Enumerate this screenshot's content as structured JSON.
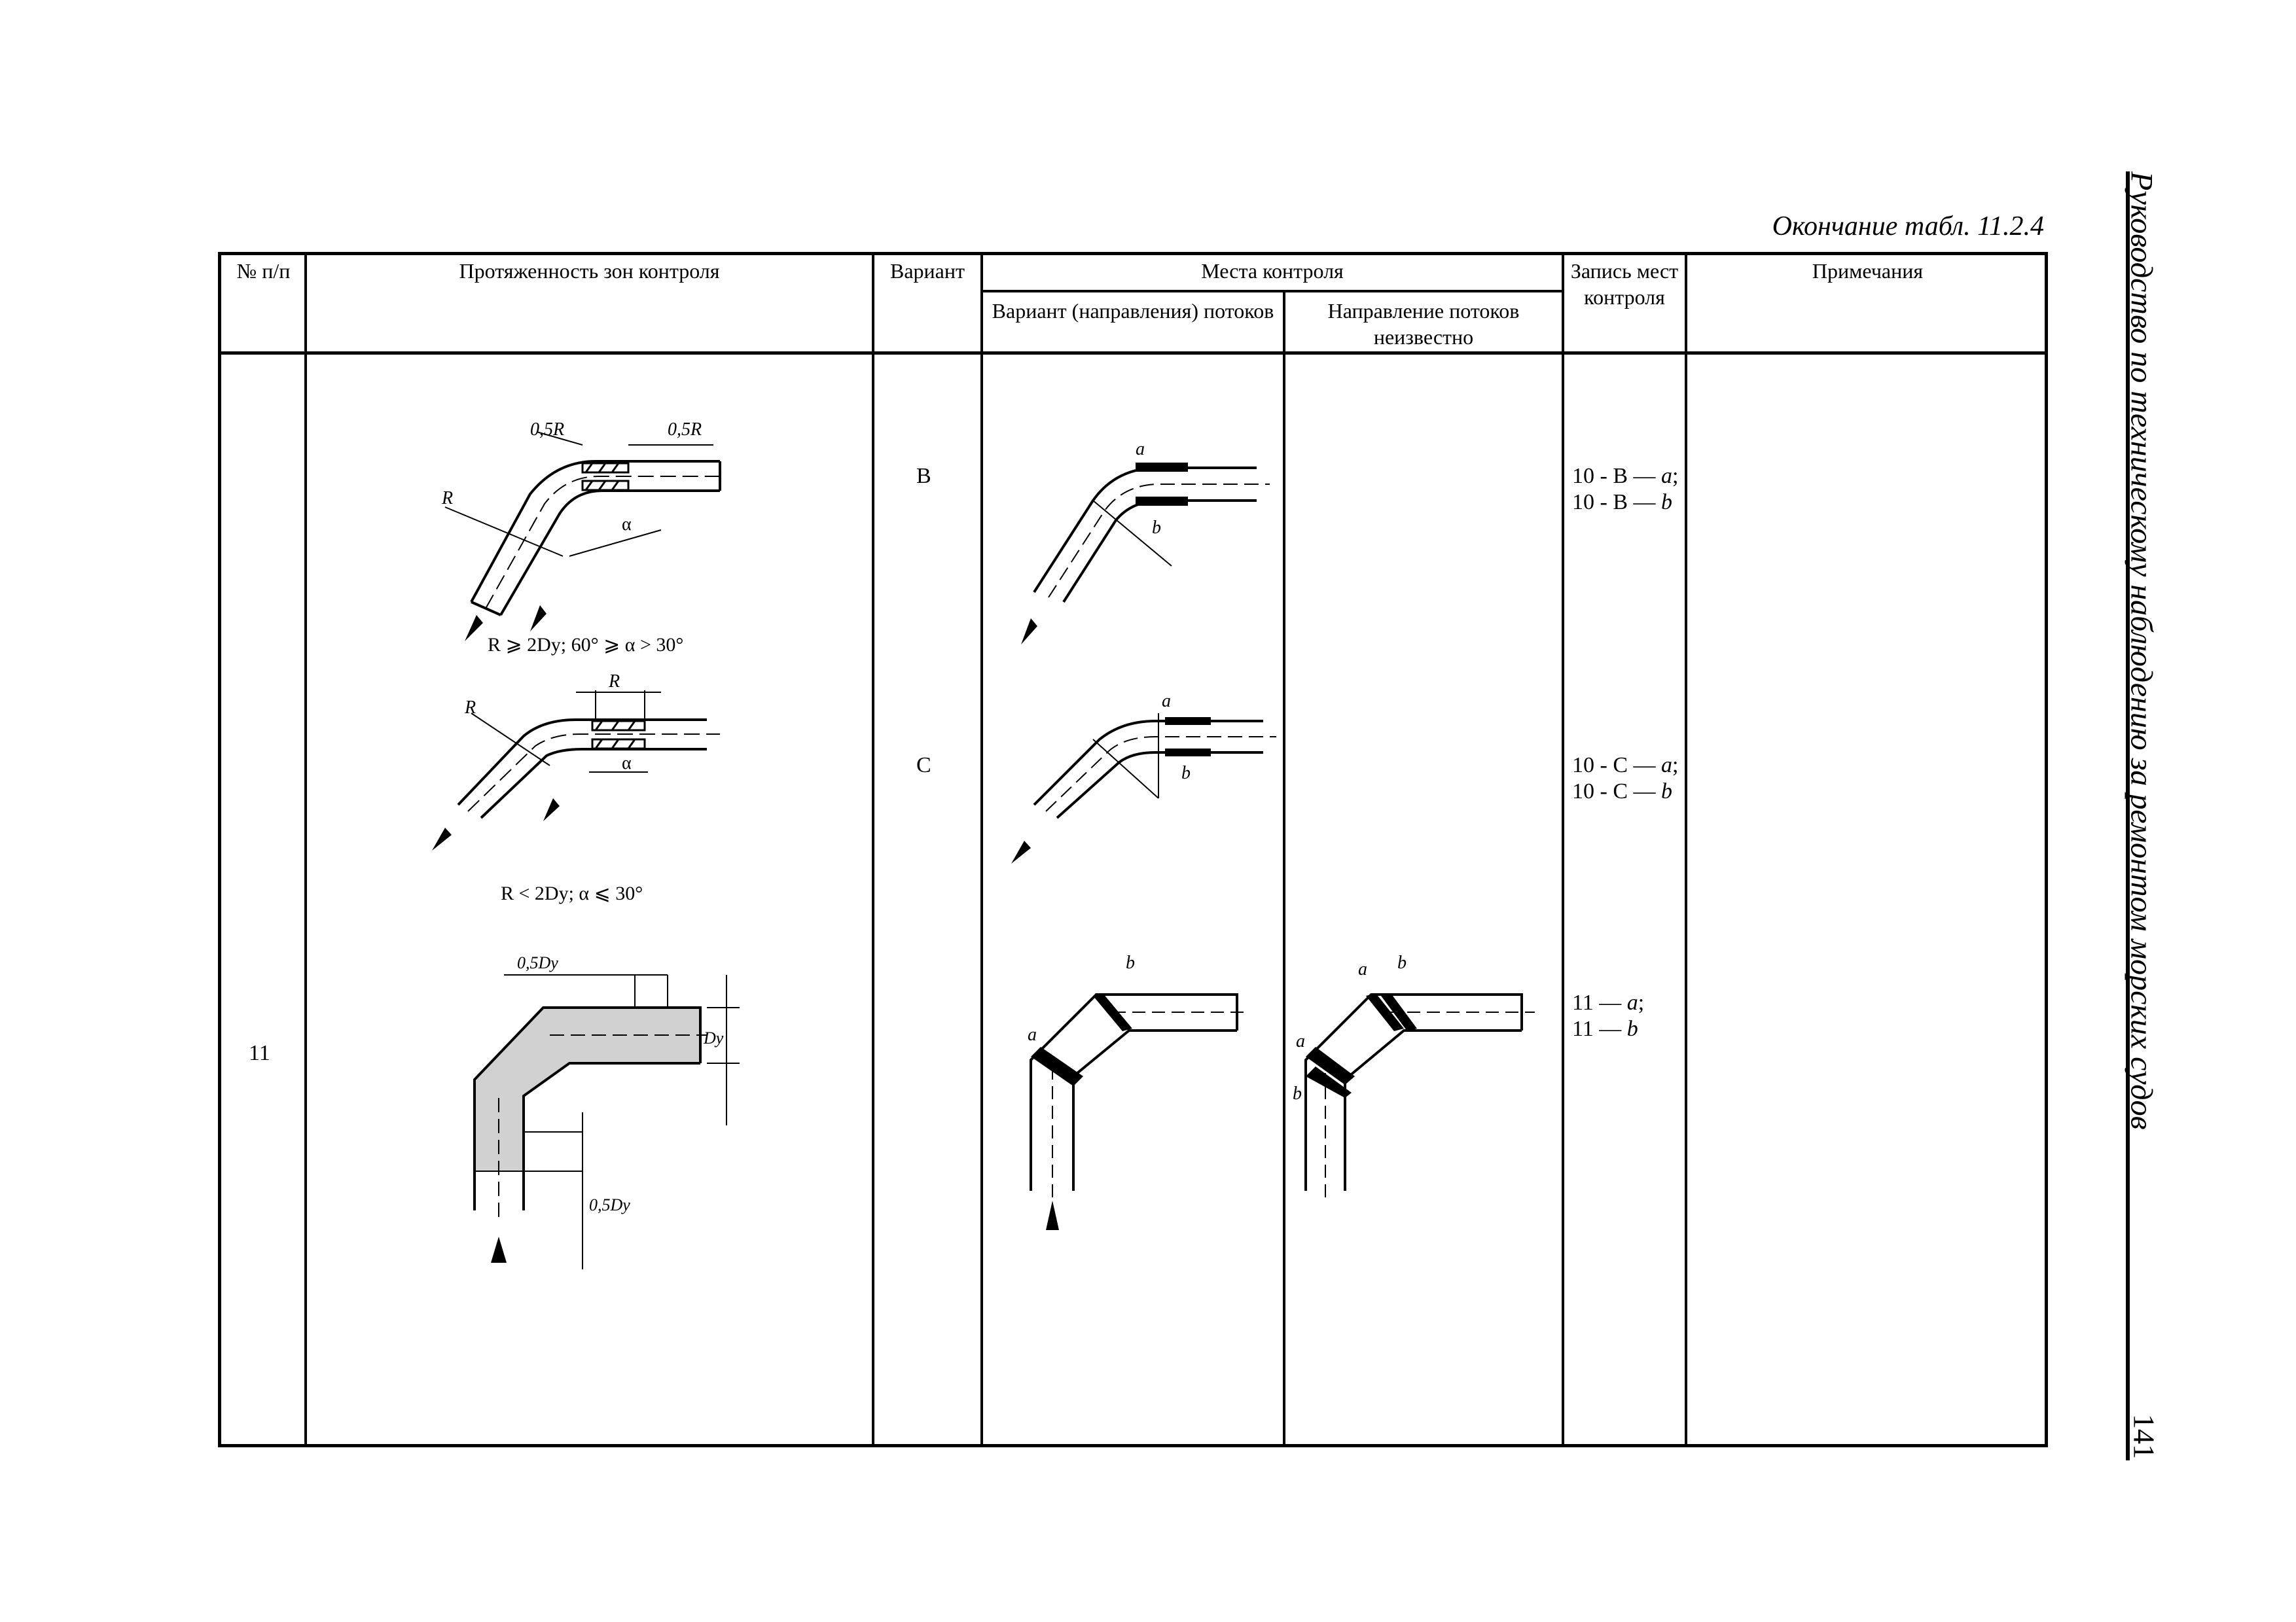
{
  "caption": "Окончание табл. 11.2.4",
  "running_head": "Руководство по техническому наблюдению за ремонтом морских судов",
  "page_number": "141",
  "table": {
    "headers": {
      "num": "№ п/п",
      "zones": "Протяженность зон контроля",
      "variant": "Вариант",
      "places": "Места контроля",
      "places_known": "Вариант (направления) потоков",
      "places_unknown_1": "Направление потоков",
      "places_unknown_2": "неизвестно",
      "record_1": "Запись мест",
      "record_2": "контроля",
      "notes": "Примечания"
    },
    "rows": {
      "item_number": "11",
      "variant_b": "В",
      "variant_c": "С",
      "record_b_a": "10 - В — ",
      "record_b_b": "10 - В — ",
      "record_c_a": "10 - С — ",
      "record_c_b": "10 - С — ",
      "record_11_a": "11 — ",
      "record_11_b": "11 — ",
      "letter_a": "a",
      "letter_b": "b",
      "semicolon": ";"
    },
    "figures": {
      "label_half_r": "0,5R",
      "label_r": "R",
      "label_alpha": "α",
      "cond_b": "R ⩾ 2Dy;   60° ⩾ α > 30°",
      "cond_c": "R < 2Dy;   α ⩽ 30°",
      "label_half_dy": "0,5Dy",
      "label_dy": "Dy",
      "label_a": "a",
      "label_b": "b"
    }
  }
}
